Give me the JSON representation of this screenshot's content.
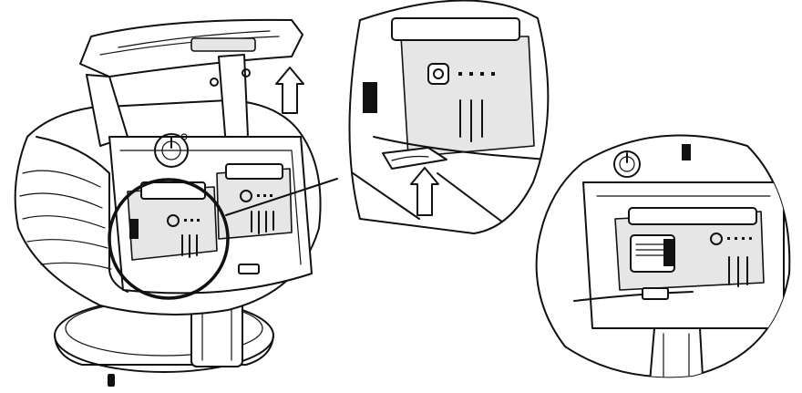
{
  "figure": {
    "panels": [
      {
        "id": "main-unit",
        "description_icon": "battery-compartment-open"
      },
      {
        "id": "detail-release",
        "description_icon": "battery-release-detail"
      },
      {
        "id": "detail-installed",
        "description_icon": "battery-installed-detail"
      }
    ],
    "arrows": [
      {
        "id": "lift-lid",
        "direction": "up"
      },
      {
        "id": "push-release",
        "direction": "up"
      }
    ],
    "colors": {
      "line": "#111111",
      "fill": "#ffffff",
      "shade": "#e6e6e6"
    }
  }
}
